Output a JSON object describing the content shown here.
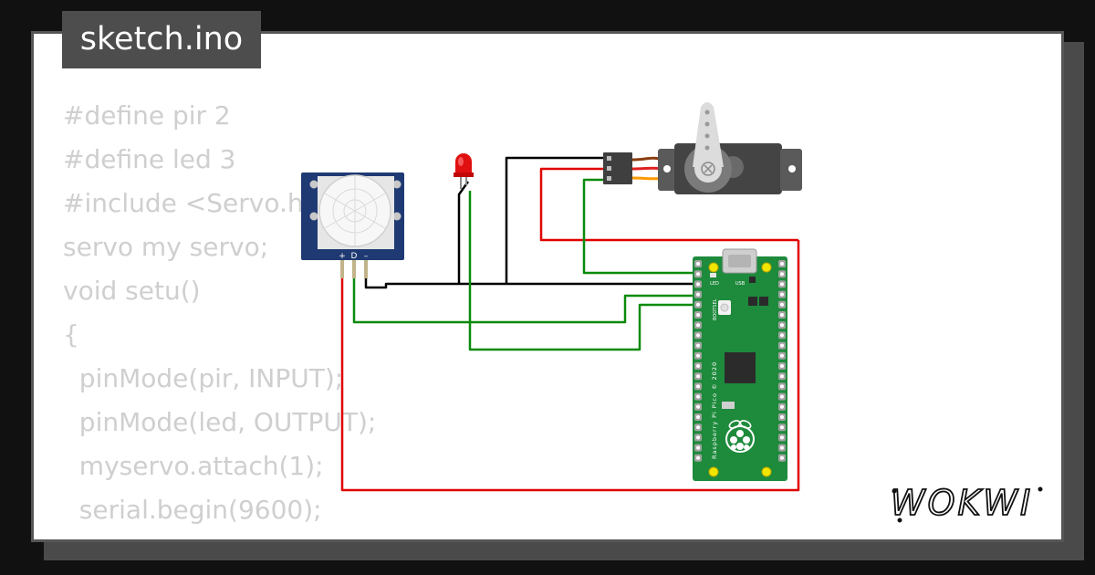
{
  "tab": {
    "filename": "sketch.ino"
  },
  "code_lines": [
    "#define pir 2",
    "#define led 3",
    "#include <Servo.h>",
    "servo my servo;",
    "void setu()",
    "{",
    "  pinMode(pir, INPUT);",
    "  pinMode(led, OUTPUT);",
    "  myservo.attach(1);",
    "  serial.begin(9600);",
    "}"
  ],
  "pir": {
    "pin_labels": [
      "+",
      "D",
      "–"
    ]
  },
  "pico": {
    "usb_label": "USB",
    "led_label": "LED",
    "bootsel_label": "BOOTSEL",
    "board_text": "Raspberry Pi Pico © 2020"
  },
  "brand": {
    "logo_text": "WOKWI"
  },
  "colors": {
    "wire_black": "#000000",
    "wire_red": "#e00000",
    "wire_green": "#0a8a0a",
    "pico_green": "#1e8a3c",
    "led_red": "#e01010",
    "servo_body": "#444444",
    "code_gray": "#cfcfcf"
  }
}
